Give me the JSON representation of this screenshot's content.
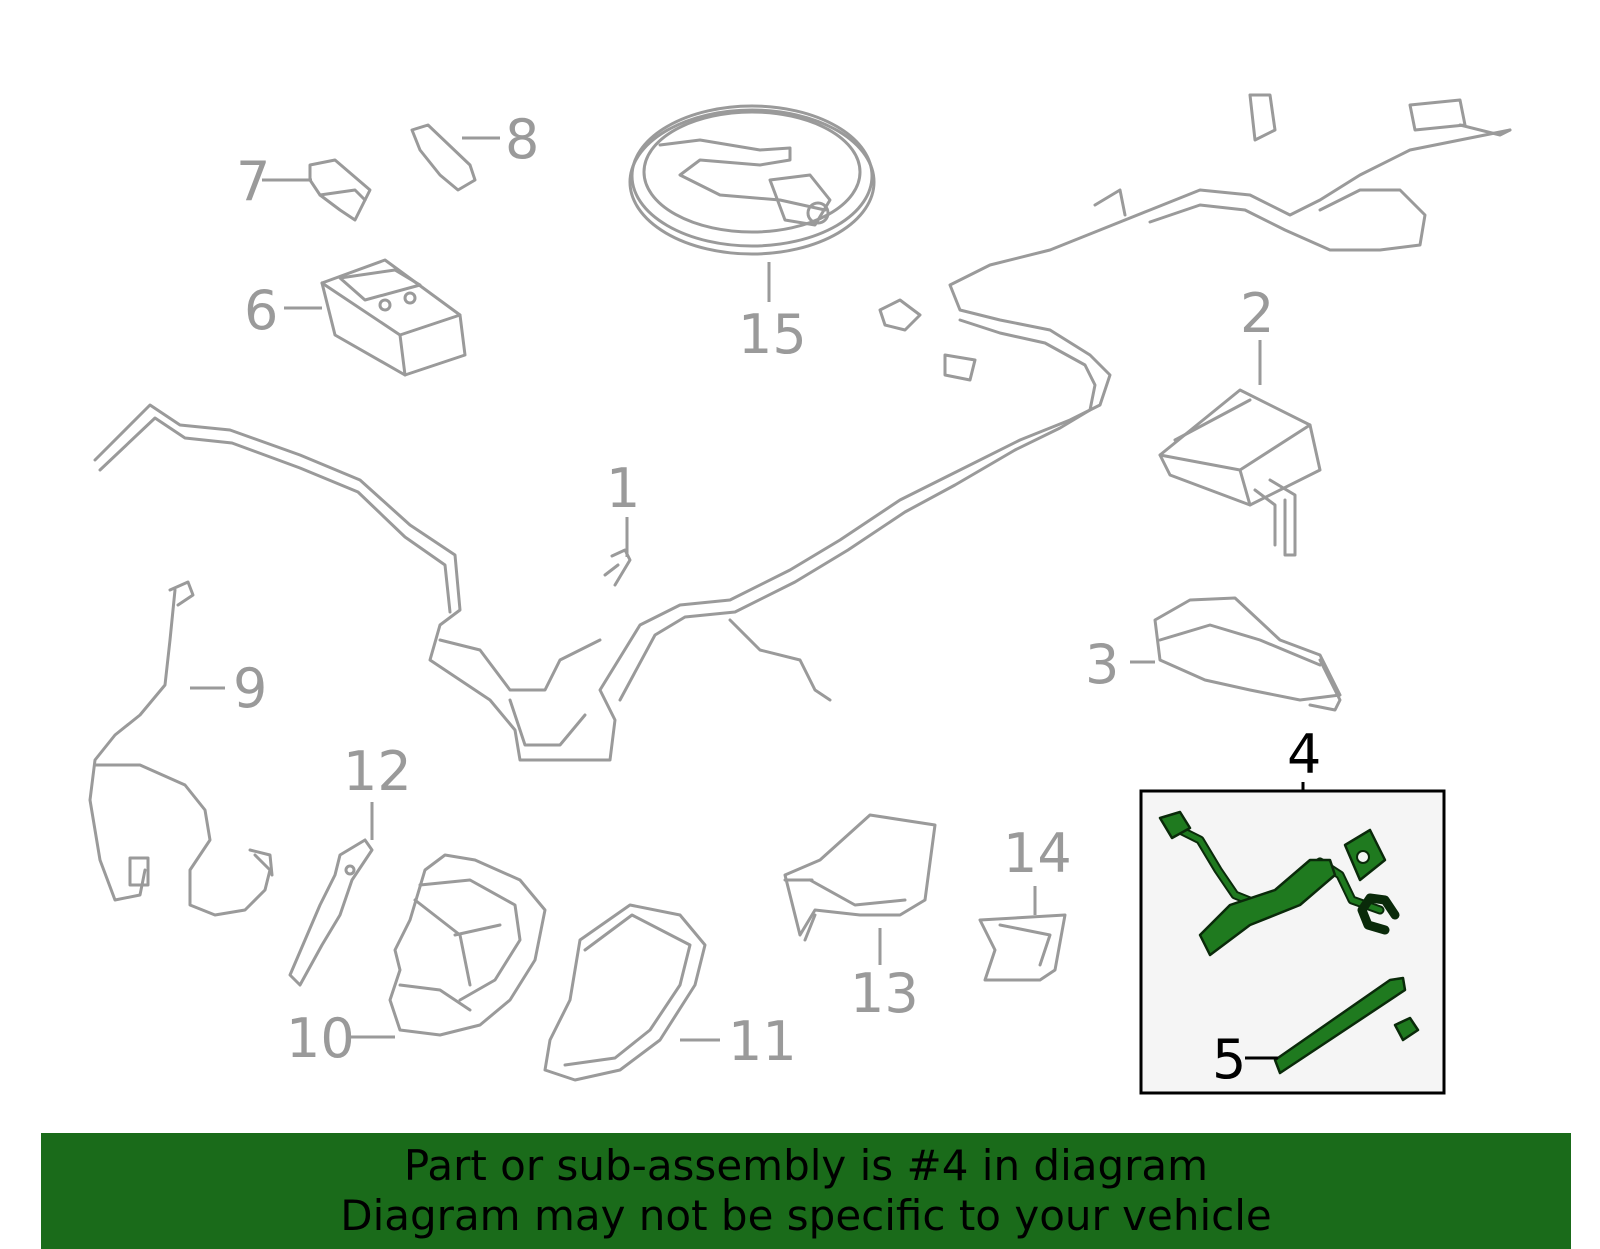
{
  "callouts": [
    "1",
    "2",
    "3",
    "4",
    "5",
    "6",
    "7",
    "8",
    "9",
    "10",
    "11",
    "12",
    "13",
    "14",
    "15"
  ],
  "highlighted_part": "4",
  "colors": {
    "highlight": "#1f7a1f",
    "banner": "#1a6b1a",
    "parts": "#9a9a9a"
  },
  "banner": {
    "line1": "Part or sub-assembly is #4 in diagram",
    "line2": "Diagram may not be specific to your vehicle"
  }
}
